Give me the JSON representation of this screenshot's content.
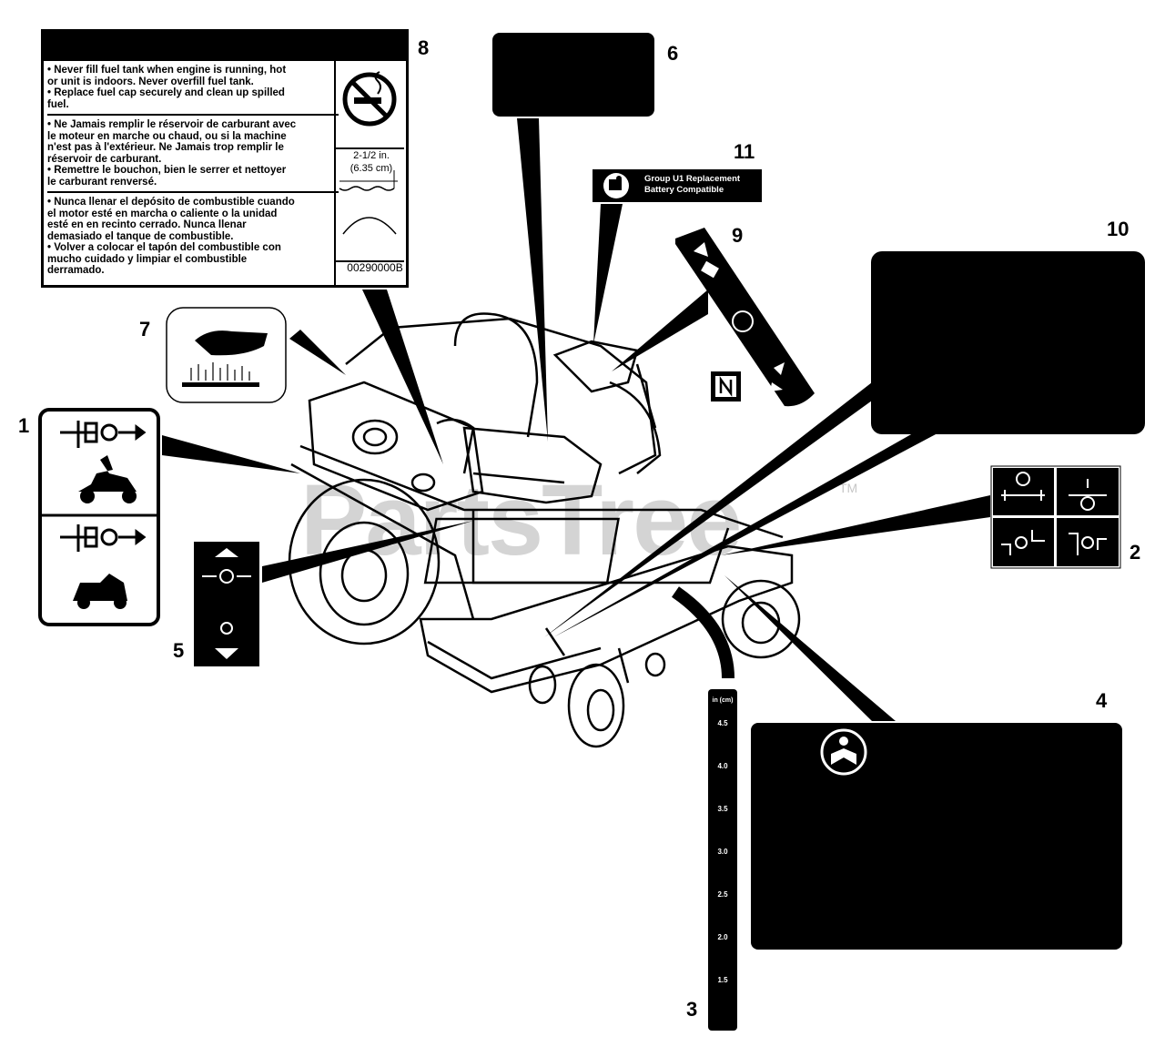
{
  "callouts": {
    "n1": "1",
    "n2": "2",
    "n3": "3",
    "n4": "4",
    "n5": "5",
    "n6": "6",
    "n7": "7",
    "n8": "8",
    "n9": "9",
    "n10": "10",
    "n11": "11"
  },
  "fuel_label": {
    "english": [
      "• Never fill fuel tank when engine is running, hot",
      "  or unit is indoors. Never overfill fuel tank.",
      "• Replace fuel cap securely and clean up spilled",
      "  fuel."
    ],
    "french": [
      "• Ne Jamais remplir le réservoir de carburant avec",
      "  le moteur en marche ou chaud, ou si la machine",
      "  n'est pas à l'extérieur. Ne Jamais trop remplir le",
      "  réservoir de carburant.",
      "• Remettre le bouchon, bien le serrer et nettoyer",
      "  le carburant renversé."
    ],
    "spanish": [
      "• Nunca llenar el depósito de combustible cuando",
      "  el motor esté en marcha o caliente o la unidad",
      "  esté en en recinto cerrado. Nunca llenar",
      "  demasiado el tanque de combustible.",
      "• Volver a colocar el tapón del combustible con",
      "  mucho cuidado y limpiar el combustible",
      "  derramado."
    ],
    "fill_level": "2-1/2 in.",
    "fill_level_metric": "(6.35 cm)",
    "part_number": "00290000B"
  },
  "battery_label": {
    "line1": "Group U1 Replacement",
    "line2": "Battery Compatible"
  },
  "height_gauge": {
    "unit": "in (cm)",
    "marks": [
      "4.5",
      "4.0",
      "3.5",
      "3.0",
      "2.5",
      "2.0",
      "1.5"
    ]
  },
  "watermark": "PartsTree",
  "trademark": "TM",
  "icons": [
    "fuel-label-no-smoking-icon",
    "read-manual-icon",
    "battery-manual-icon",
    "hot-surface-hand-icon",
    "neutral-lever-icon",
    "throttle-rabbit-turtle-icon",
    "choke-icon",
    "pto-engage-icon",
    "drive-lever-direction-icon"
  ]
}
